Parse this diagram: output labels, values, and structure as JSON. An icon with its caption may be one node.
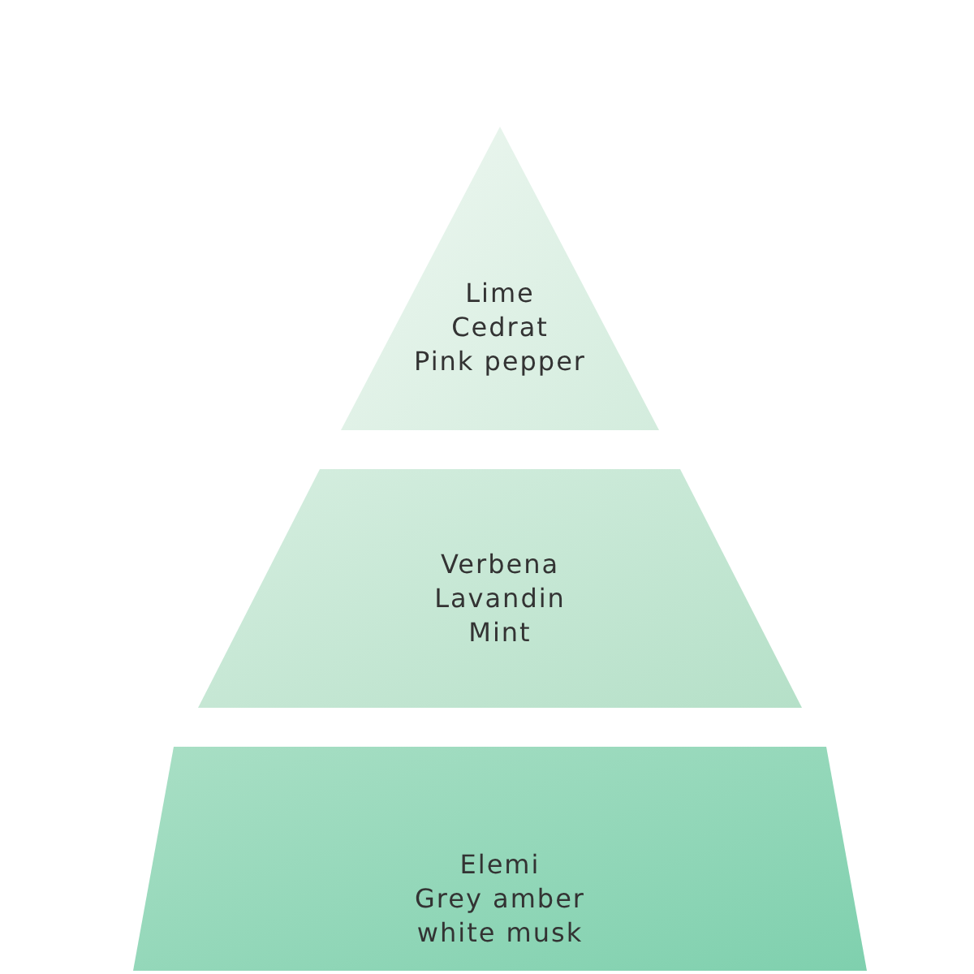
{
  "diagram": {
    "nodes": [
      {
        "text": [
          "Lime",
          "Cedrat",
          "Pink pepper"
        ]
      },
      {
        "text": [
          "Verbena",
          "Lavandin",
          "Mint"
        ]
      },
      {
        "text": [
          "Elemi",
          "Grey amber",
          "white musk"
        ]
      }
    ]
  }
}
